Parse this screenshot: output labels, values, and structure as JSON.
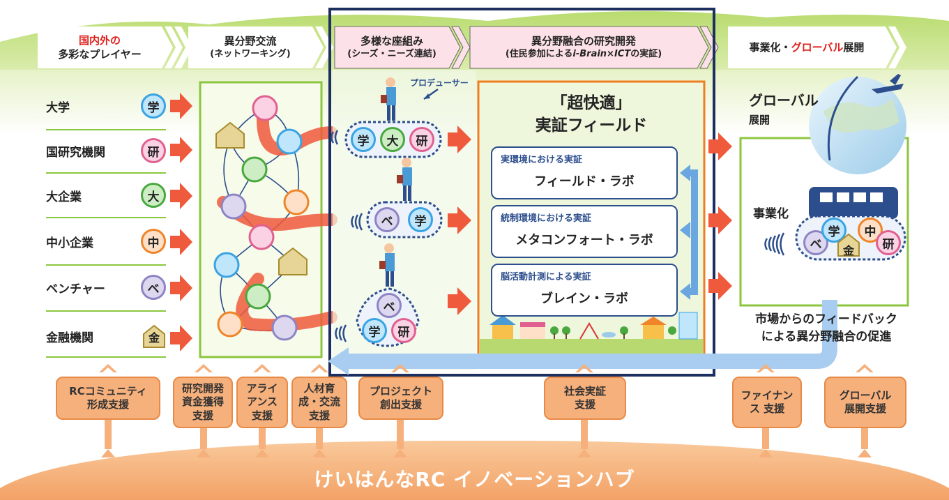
{
  "headers": {
    "players_line1": "国内外の",
    "players_line2": "多彩なプレイヤー",
    "networking_line1": "異分野交流",
    "networking_line2": "(ネットワーキング)",
    "matching_line1": "多様な座組み",
    "matching_line2": "(シーズ・ニーズ連結)",
    "rnd_line1": "異分野融合の研究開発",
    "rnd_line2_a": "(住民参加による",
    "rnd_line2_b": "i-Brain×ICT",
    "rnd_line2_c": "の実証)",
    "biz_a": "事業化・",
    "biz_b": "グローバル",
    "biz_c": "展開"
  },
  "players": [
    {
      "label": "大学",
      "badge": "学",
      "kind": "gaku"
    },
    {
      "label": "国研究機関",
      "badge": "研",
      "kind": "ken"
    },
    {
      "label": "大企業",
      "badge": "大",
      "kind": "dai"
    },
    {
      "label": "中小企業",
      "badge": "中",
      "kind": "chu"
    },
    {
      "label": "ベンチャー",
      "badge": "ベ",
      "kind": "be"
    },
    {
      "label": "金融機関",
      "badge": "金",
      "kind": "kin"
    }
  ],
  "teams": {
    "team1": [
      "学",
      "大",
      "研"
    ],
    "team2": [
      "ベ",
      "学"
    ],
    "team3": [
      "ベ",
      "学",
      "研"
    ]
  },
  "producer_label": "プロデューサー",
  "field": {
    "title_line1": "「超快適」",
    "title_line2": "実証フィールド",
    "labs": [
      {
        "caption": "実環境における実証",
        "name": "フィールド・ラボ"
      },
      {
        "caption": "統制環境における実証",
        "name": "メタコンフォート・ラボ"
      },
      {
        "caption": "脳活動計測による実証",
        "name": "ブレイン・ラボ"
      }
    ]
  },
  "global": {
    "line1": "グローバル",
    "line2": "展開",
    "biz_label": "事業化",
    "train_badges": [
      "ベ",
      "学",
      "金",
      "中",
      "研"
    ],
    "feedback_line1": "市場からのフィードバック",
    "feedback_line2": "による異分野融合の促進"
  },
  "supports": [
    {
      "line1": "RCコミュニティ",
      "line2": "形成支援"
    },
    {
      "line1": "研究開発",
      "line2": "資金獲得",
      "line3": "支援"
    },
    {
      "line1": "アライ",
      "line2": "アンス",
      "line3": "支援"
    },
    {
      "line1": "人材育",
      "line2": "成・交流",
      "line3": "支援"
    },
    {
      "line1": "プロジェクト",
      "line2": "創出支援"
    },
    {
      "line1": "社会実証",
      "line2": "支援"
    },
    {
      "line1": "ファイナン",
      "line2": "ス 支援"
    },
    {
      "line1": "グローバル",
      "line2": "展開支援"
    }
  ],
  "hub_label": "けいはんなRC イノベーションハブ",
  "colors": {
    "arrow": "#ef5a3c",
    "frame_navy": "#1c2f5e",
    "green_frame": "#8cc63f",
    "orange_frame": "#ef7d22",
    "lab_blue": "#2c4e8c",
    "support_orange": "#f6b07c",
    "feedback_blue": "#a9cdf0"
  }
}
